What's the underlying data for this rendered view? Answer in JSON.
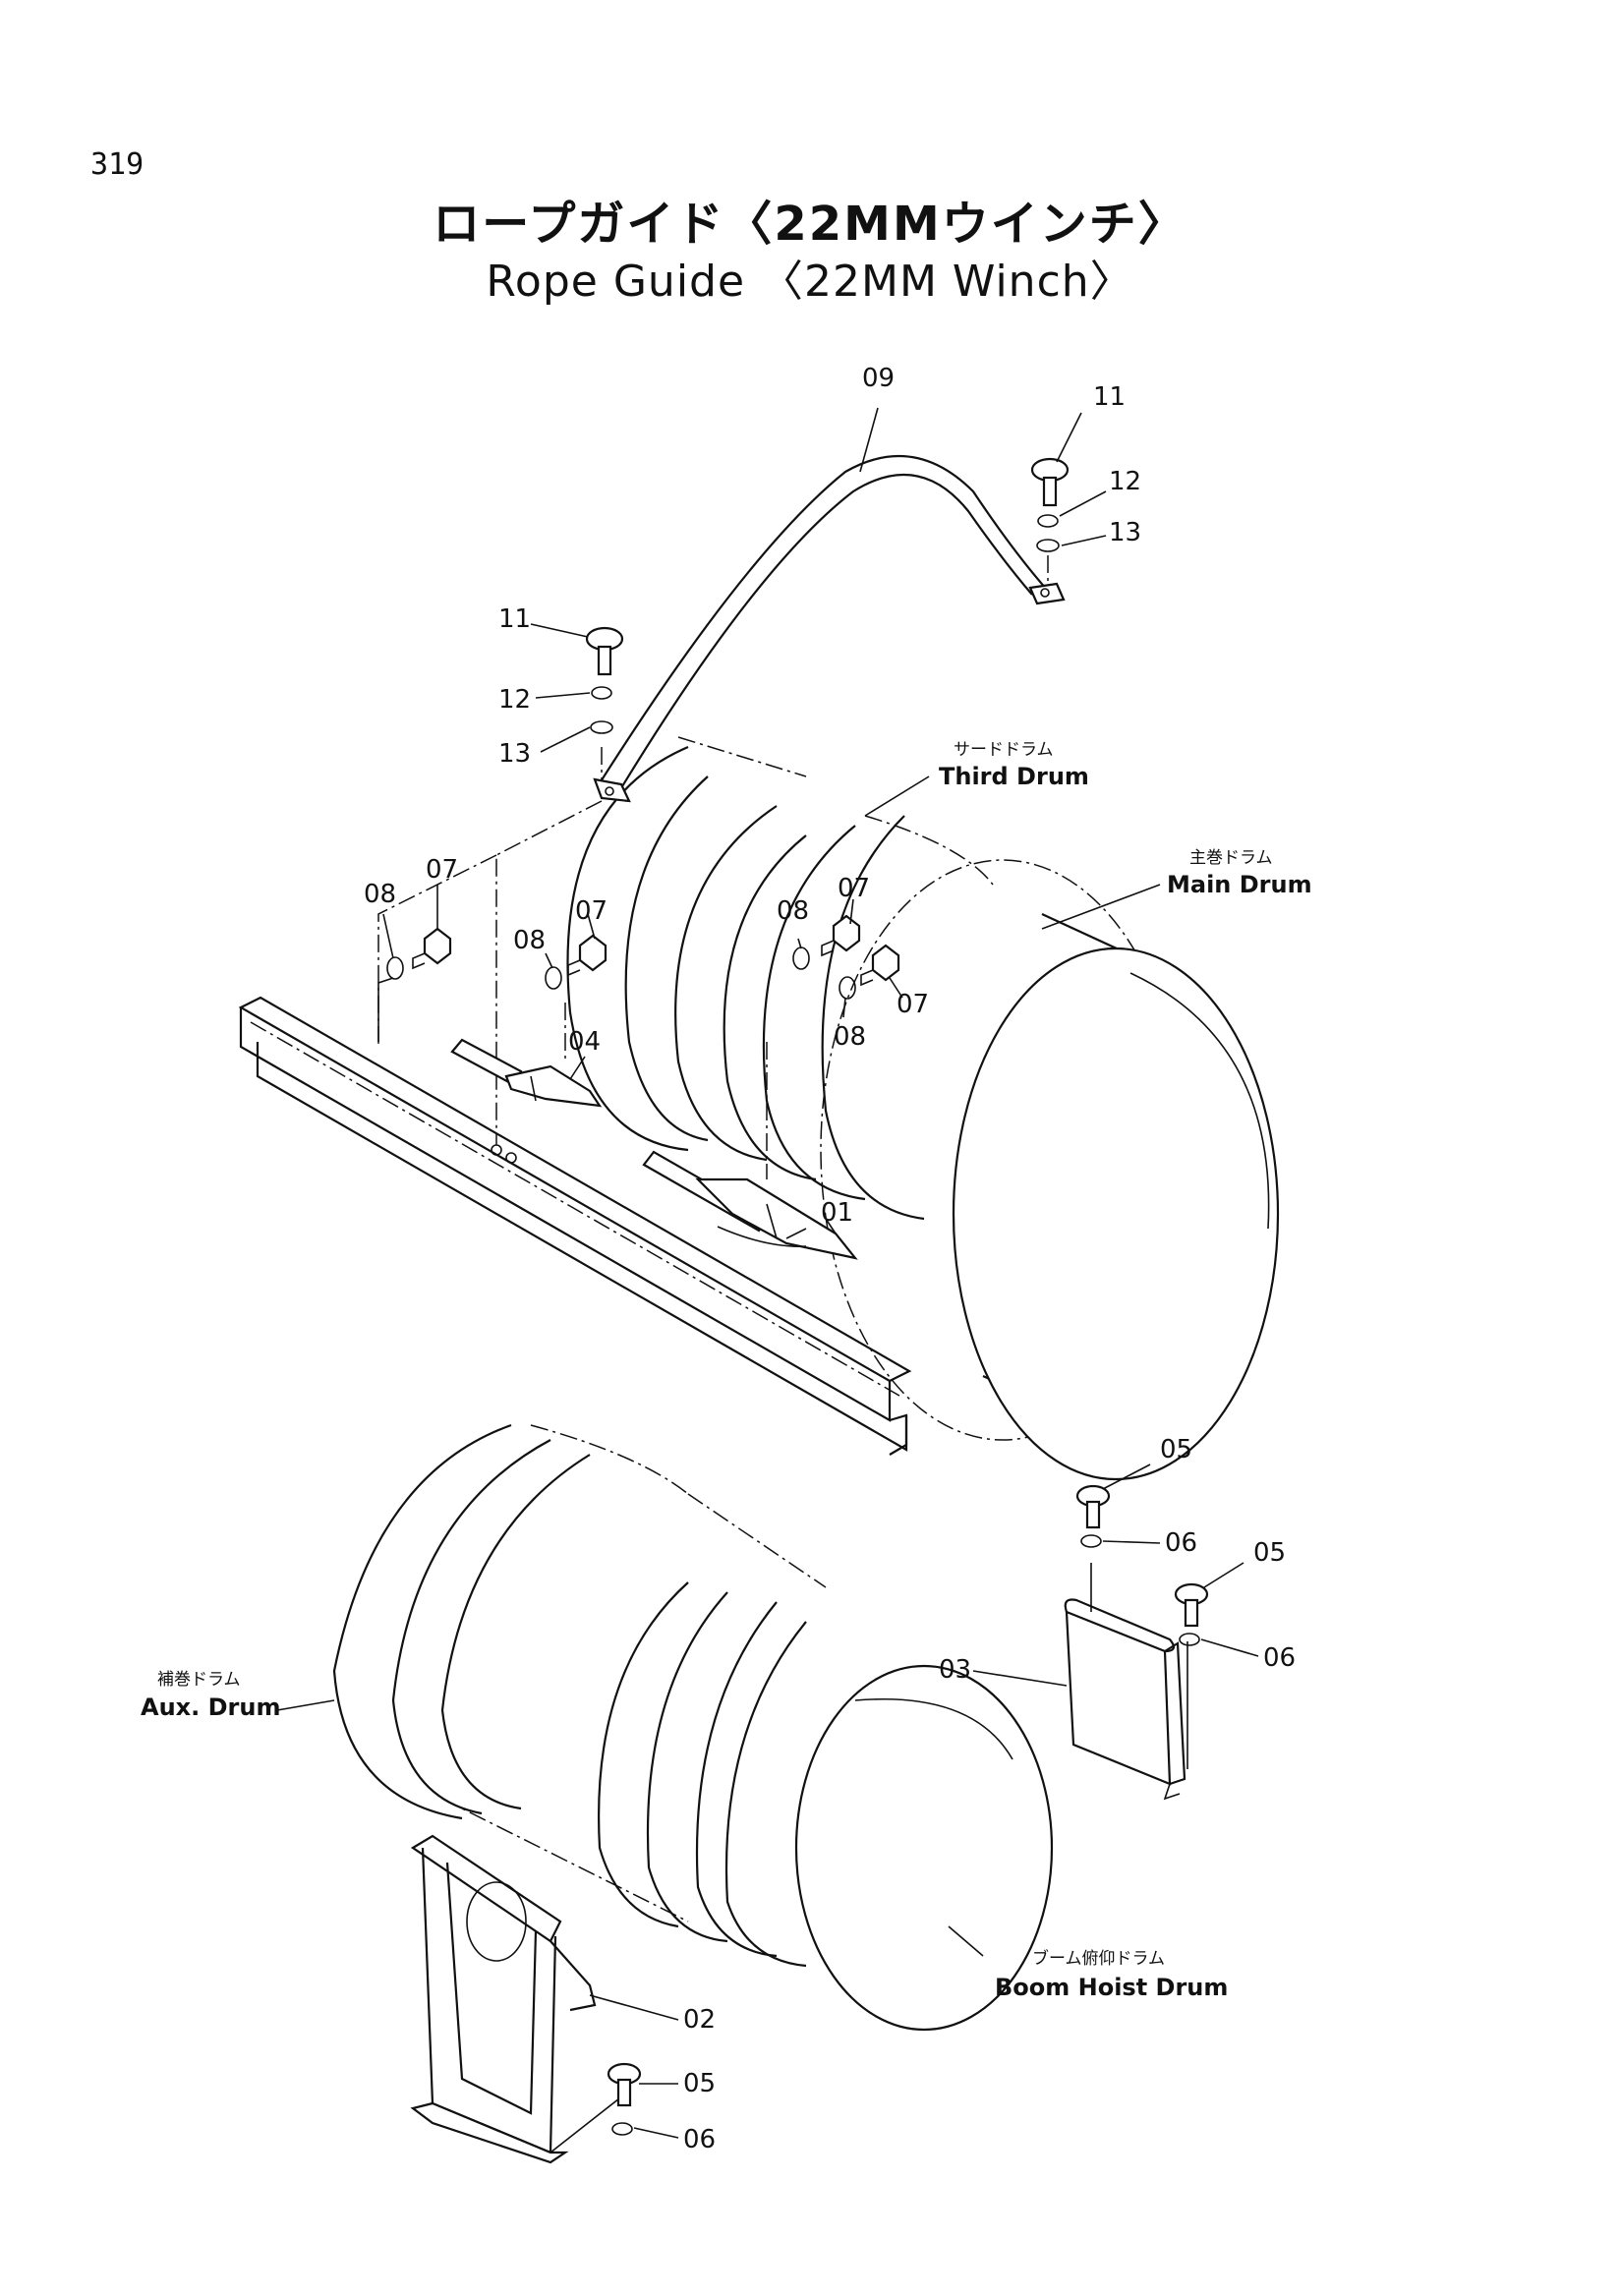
{
  "page_number": "319",
  "title_jp": "ロープガイド〈22MMウインチ〉",
  "title_en": "Rope Guide 〈22MM Winch〉",
  "assemblies": {
    "third_drum": {
      "jp": "サードドラム",
      "en": "Third Drum"
    },
    "main_drum": {
      "jp": "主巻ドラム",
      "en": "Main Drum"
    },
    "aux_drum": {
      "jp": "補巻ドラム",
      "en": "Aux. Drum"
    },
    "boom_hoist_drum": {
      "jp": "ブーム俯仰ドラム",
      "en": "Boom Hoist Drum"
    }
  },
  "callouts": {
    "p01": "01",
    "p02": "02",
    "p03": "03",
    "p04": "04",
    "p05": "05",
    "p06": "06",
    "p07": "07",
    "p08": "08",
    "p09": "09",
    "p11": "11",
    "p12": "12",
    "p13": "13"
  }
}
